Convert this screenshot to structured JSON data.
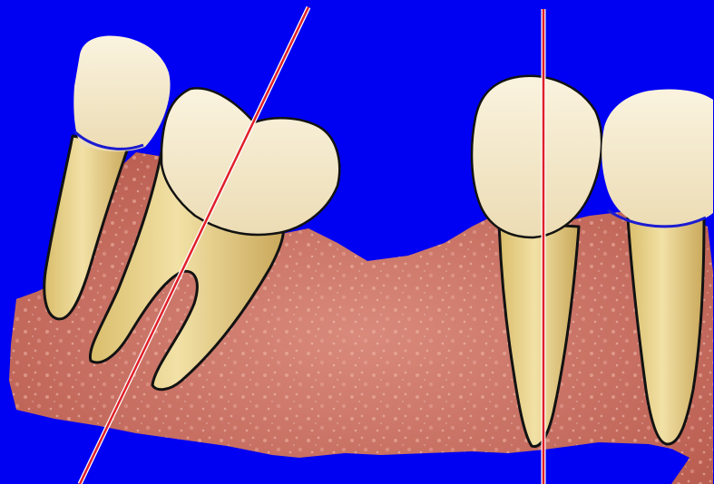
{
  "colors": {
    "background": "#0000f2",
    "gum": "#c9685c",
    "gum_light": "#e8a89a",
    "crown": "#f3e6c4",
    "root": "#e6cf88",
    "outline": "#121212",
    "gumline": "#1b1bd0",
    "axis_line": "#e0202a"
  },
  "elements": {
    "teeth": [
      "left-premolar",
      "tilted-molar",
      "right-premolar",
      "right-molar"
    ],
    "axis_lines": [
      "tilted-axis-line",
      "vertical-axis-line"
    ]
  }
}
